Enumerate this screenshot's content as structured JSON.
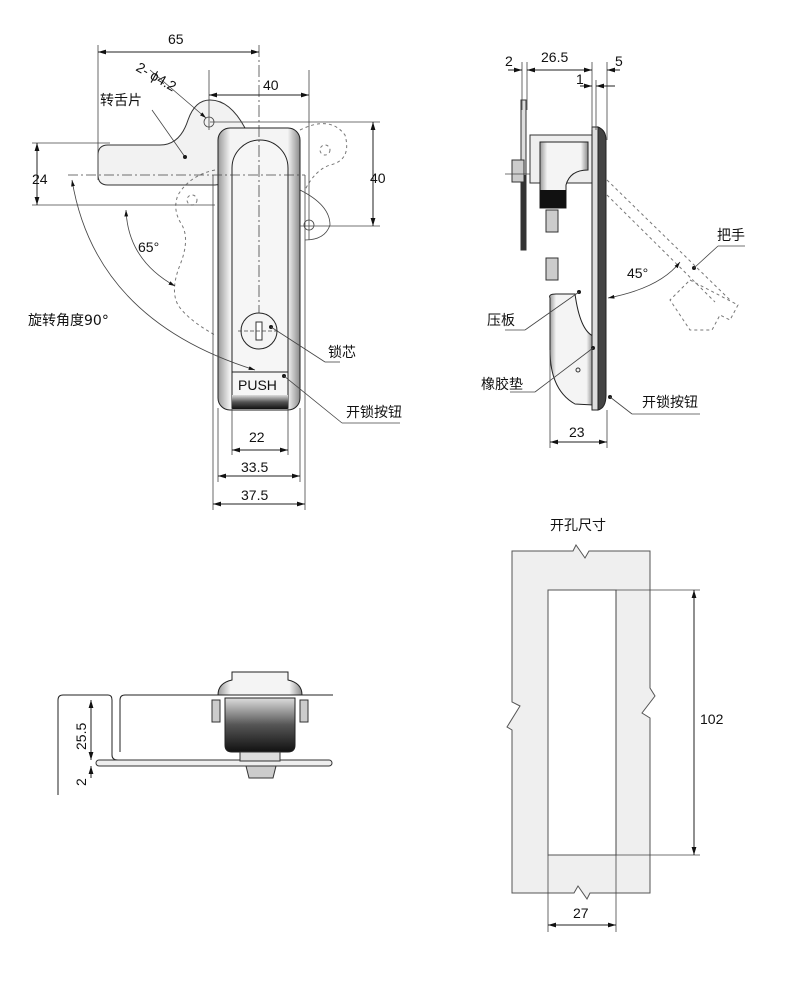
{
  "front_view": {
    "dims": {
      "width_65": "65",
      "holes": "2- ϕ4.2",
      "hole_spacing_40": "40",
      "height_24": "24",
      "height_40": "40",
      "angle_65": "65°",
      "inner_22": "22",
      "mid_33_5": "33.5",
      "outer_37_5": "37.5"
    },
    "labels": {
      "cam": "转舌片",
      "rotation": "旋转角度90°",
      "lock_core": "锁芯",
      "unlock_button": "开锁按钮",
      "push": "PUSH"
    }
  },
  "side_view": {
    "dims": {
      "d2": "2",
      "d26_5": "26.5",
      "d1": "1",
      "d5": "5",
      "angle_45": "45°",
      "d23": "23"
    },
    "labels": {
      "handle": "把手",
      "pressure_plate": "压板",
      "rubber_gasket": "橡胶垫",
      "unlock_button": "开锁按钮"
    }
  },
  "bottom_view": {
    "dims": {
      "d25_5": "25.5",
      "d2": "2"
    }
  },
  "cutout_view": {
    "title": "开孔尺寸",
    "dims": {
      "height_102": "102",
      "width_27": "27"
    }
  }
}
